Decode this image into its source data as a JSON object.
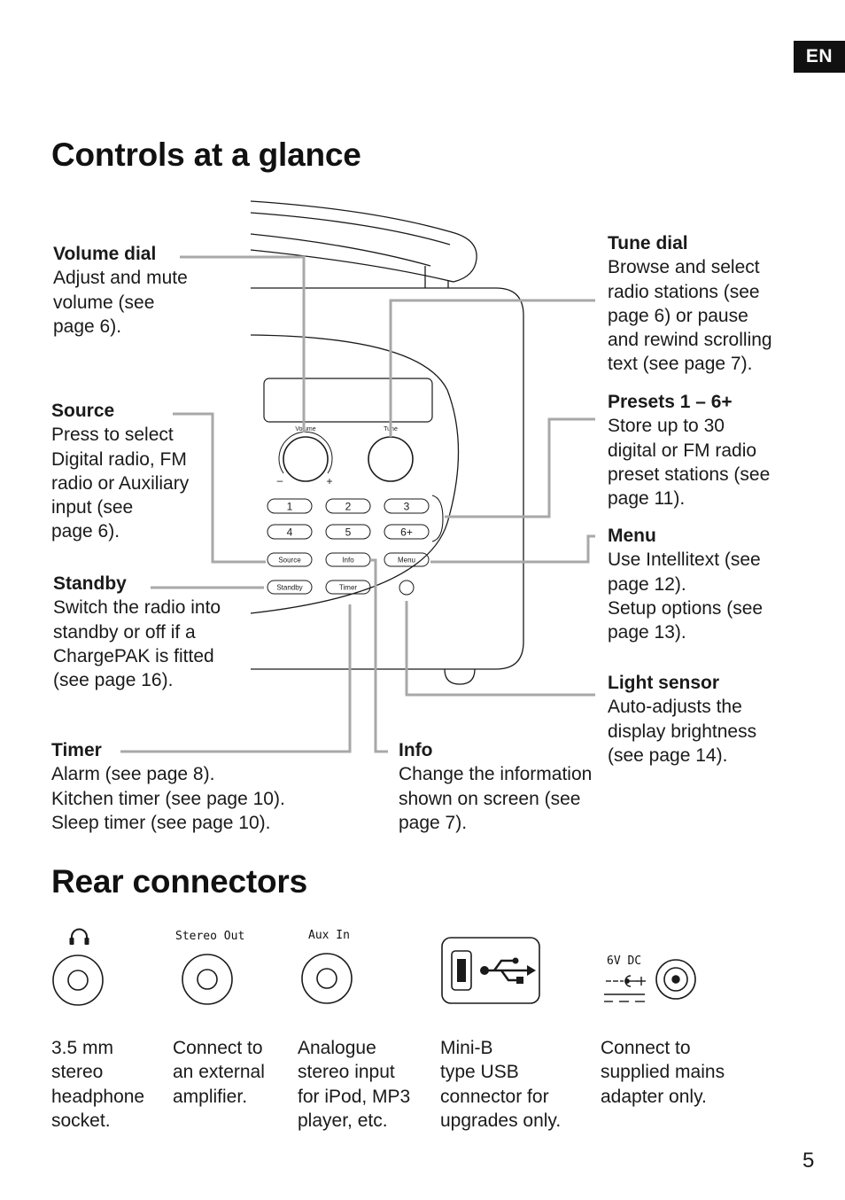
{
  "language_badge": "EN",
  "controls": {
    "title": "Controls at a glance",
    "radio_labels": {
      "volume": "Volume",
      "tune": "Tune",
      "minus": "–",
      "plus": "+",
      "presets": [
        "1",
        "2",
        "3",
        "4",
        "5",
        "6+"
      ],
      "source": "Source",
      "info": "Info",
      "menu": "Menu",
      "standby": "Standby",
      "timer": "Timer"
    },
    "callouts": {
      "volume_dial": {
        "title": "Volume dial",
        "desc": "Adjust and mute\nvolume (see\npage 6)."
      },
      "source": {
        "title": "Source",
        "desc": "Press to select\nDigital radio, FM\nradio or Auxiliary\ninput (see\npage 6)."
      },
      "standby": {
        "title": "Standby",
        "desc": "Switch the radio into\nstandby or off if a\nChargePAK is fitted\n(see page 16)."
      },
      "timer": {
        "title": "Timer",
        "desc": "Alarm (see page 8).\nKitchen timer (see page 10).\nSleep timer (see page 10)."
      },
      "info": {
        "title": "Info",
        "desc": "Change the information\nshown on screen (see\npage 7)."
      },
      "tune_dial": {
        "title": "Tune dial",
        "desc": "Browse and select\nradio stations (see\npage 6) or pause\nand rewind scrolling\ntext (see page 7)."
      },
      "presets": {
        "title": "Presets 1 – 6+",
        "desc": "Store up to 30\ndigital or FM radio\npreset stations (see\npage 11)."
      },
      "menu": {
        "title": "Menu",
        "desc": "Use Intellitext (see\npage 12).\nSetup options (see\npage 13)."
      },
      "light_sensor": {
        "title": "Light sensor",
        "desc": "Auto-adjusts the\ndisplay brightness\n(see page 14)."
      }
    }
  },
  "rear": {
    "title": "Rear connectors",
    "connectors": [
      {
        "label": "",
        "icon": "headphone-icon",
        "desc": "3.5 mm\nstereo\nheadphone\nsocket."
      },
      {
        "label": "Stereo Out",
        "icon": "socket-icon",
        "desc": "Connect to\nan external\namplifier."
      },
      {
        "label": "Aux In",
        "icon": "socket-icon",
        "desc": "Analogue\nstereo input\nfor iPod, MP3\nplayer, etc."
      },
      {
        "label": "",
        "icon": "usb-icon",
        "desc": "Mini-B\ntype USB\nconnector for\nupgrades only."
      },
      {
        "label": "6V DC",
        "icon": "dc-polarity-icon",
        "desc": "Connect to\nsupplied mains\nadapter only."
      }
    ]
  },
  "page_number": "5"
}
